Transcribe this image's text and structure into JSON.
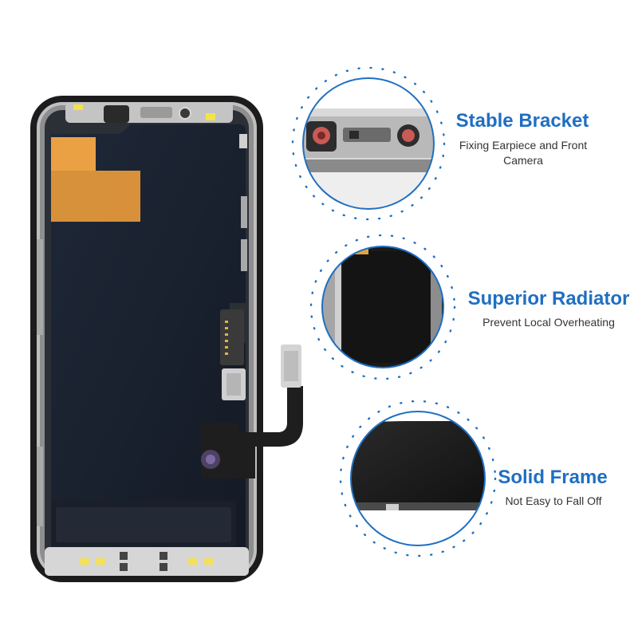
{
  "colors": {
    "accent": "#1f6fc2",
    "screen": "#1b2331",
    "frame": "#1c1c1e",
    "bracket": "#c9c9c9",
    "tape": "#e89a3c",
    "flex": "#222222"
  },
  "features": [
    {
      "title": "Stable Bracket",
      "subtitle": "Fixing Earpiece and Front Camera",
      "image": "earpiece-bracket-closeup"
    },
    {
      "title": "Superior Radiator",
      "subtitle": "Prevent Local Overheating",
      "image": "radiator-sheet-closeup"
    },
    {
      "title": "Solid Frame",
      "subtitle": "Not Easy to Fall Off",
      "image": "frame-edge-closeup"
    }
  ]
}
